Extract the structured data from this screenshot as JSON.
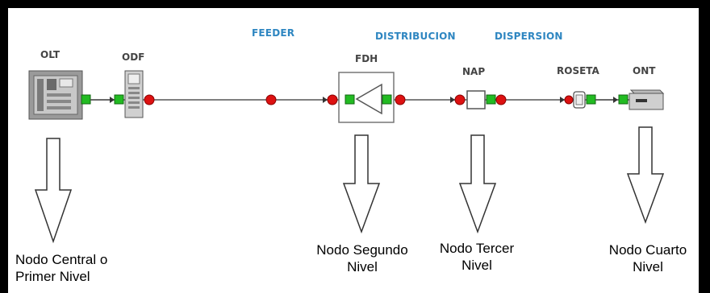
{
  "devices": {
    "olt": "OLT",
    "odf": "ODF",
    "fdh": "FDH",
    "nap": "NAP",
    "roseta": "ROSETA",
    "ont": "ONT"
  },
  "segments": {
    "feeder": "FEEDER",
    "distribucion": "DISTRIBUCION",
    "dispersion": "DISPERSION"
  },
  "nodes": {
    "central_line1": "Nodo Central o",
    "central_line2": "Primer Nivel",
    "segundo_line1": "Nodo Segundo",
    "segundo_line2": "Nivel",
    "tercer_line1": "Nodo Tercer",
    "tercer_line2": "Nivel",
    "cuarto_line1": "Nodo Cuarto",
    "cuarto_line2": "Nivel"
  },
  "colors": {
    "connector_green": "#22bb22",
    "splice_red": "#dd1111",
    "segment_blue": "#2e86c1"
  }
}
